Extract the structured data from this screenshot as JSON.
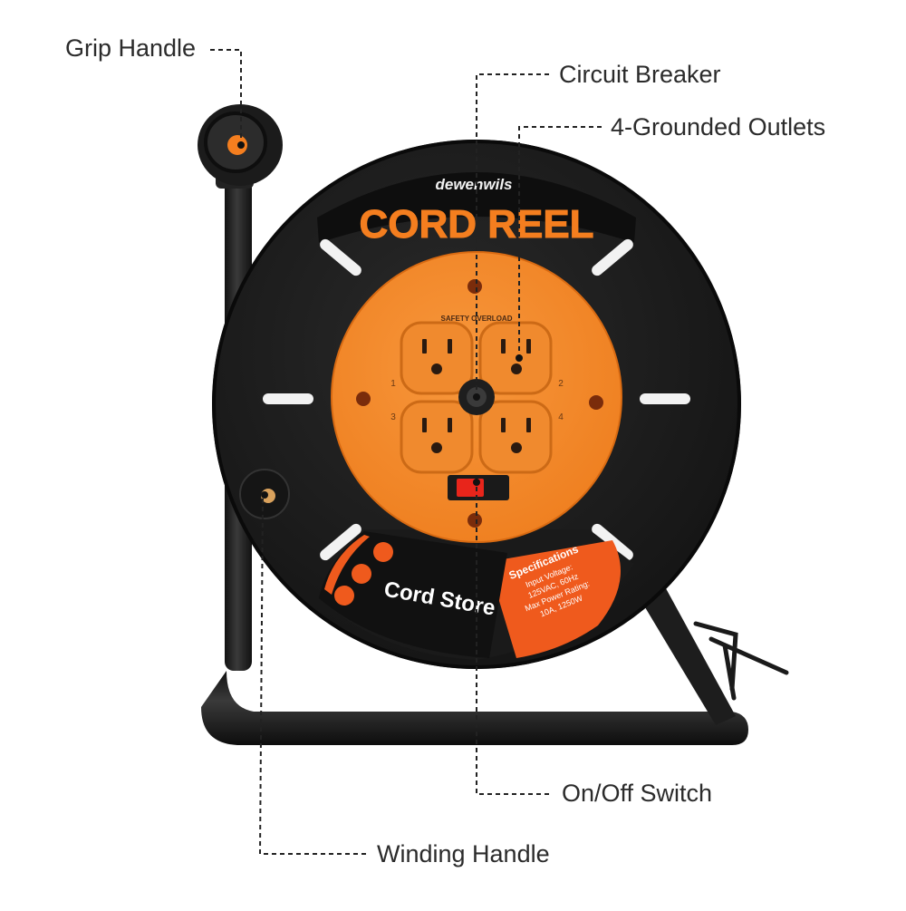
{
  "callouts": {
    "grip_handle": "Grip Handle",
    "circuit_breaker": "Circuit Breaker",
    "outlets": "4-Grounded Outlets",
    "on_off_switch": "On/Off Switch",
    "winding_handle": "Winding Handle"
  },
  "product": {
    "brand": "dewenwils",
    "title": "CORD REEL",
    "safety_text": "SAFETY OVERLOAD",
    "outlet_numbers": [
      "1",
      "2",
      "3",
      "4"
    ],
    "cord_store": "Cord Store",
    "spec_title": "Specifications",
    "spec_lines": [
      "Input Voltage:",
      "125VAC, 60Hz",
      "Max Power Rating:",
      "10A, 1250W"
    ]
  },
  "colors": {
    "reel_black": "#1c1c1c",
    "accent_orange": "#f47e1f",
    "panel_orange": "#f08a2e",
    "spec_red_orange": "#ef5a1d",
    "switch_red": "#e8251b",
    "label_text": "#2b2b2b"
  }
}
